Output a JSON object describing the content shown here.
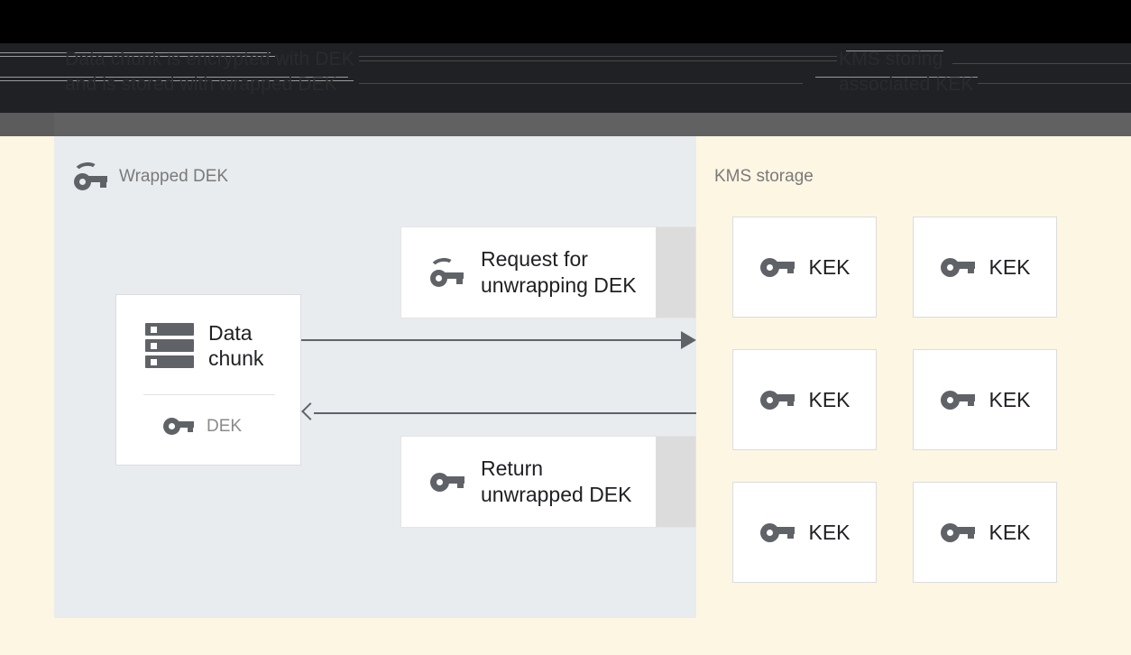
{
  "header": {
    "left_text": "Data chunk is encrypted with DEK\nand is stored with wrapped DEK",
    "right_text": "KMS storing\nassociated KEK"
  },
  "left_panel": {
    "title": "Wrapped DEK",
    "title_icon": "wrapped-key-icon",
    "data_chunk_card": {
      "icon": "storage-chunk-icon",
      "label": "Data\nchunk",
      "key_icon": "key-icon",
      "key_label": "DEK"
    },
    "messages": [
      {
        "icon": "wrapped-key-icon",
        "label": "Request for\nunwrapping DEK"
      },
      {
        "icon": "key-icon",
        "label": "Return\nunwrapped DEK"
      }
    ],
    "arrows": [
      {
        "name": "request-arrow",
        "direction": "right"
      },
      {
        "name": "return-arrow",
        "direction": "left"
      }
    ]
  },
  "right_panel": {
    "title": "KMS storage",
    "keys": [
      {
        "icon": "key-icon",
        "label": "KEK"
      },
      {
        "icon": "key-icon",
        "label": "KEK"
      },
      {
        "icon": "key-icon",
        "label": "KEK"
      },
      {
        "icon": "key-icon",
        "label": "KEK"
      },
      {
        "icon": "key-icon",
        "label": "KEK"
      },
      {
        "icon": "key-icon",
        "label": "KEK"
      }
    ]
  },
  "colors": {
    "left_panel_bg": "#e8ecef",
    "right_panel_bg": "#fdf6e3",
    "card_bg": "#ffffff",
    "card_strip": "#dcdcdc",
    "icon": "#5f6368",
    "text_primary": "#202124",
    "text_muted": "#7a7a7a",
    "header_dark": "#202124",
    "header_gray": "#616161"
  }
}
